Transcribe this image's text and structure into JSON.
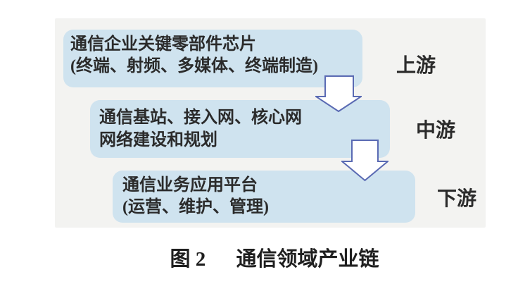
{
  "figure": {
    "stages": [
      {
        "box_line1": "通信企业关键零部件芯片",
        "box_line2": "(终端、射频、多媒体、终端制造)",
        "label": "上游"
      },
      {
        "box_line1": "通信基站、接入网、核心网",
        "box_line2": "网络建设和规划",
        "label": "中游"
      },
      {
        "box_line1": "通信业务应用平台",
        "box_line2": "(运营、维护、管理)",
        "label": "下游"
      }
    ],
    "caption": {
      "label": "图 2",
      "title": "通信领域产业链"
    },
    "arrow_icon": "block-arrow-down",
    "colors": {
      "box_fill": "#cfe3ef",
      "arrow_outline": "#5a6ab3",
      "arrow_fill": "#ffffff",
      "panel_bg": "#f3f3f1",
      "text": "#2b2b2b"
    }
  }
}
